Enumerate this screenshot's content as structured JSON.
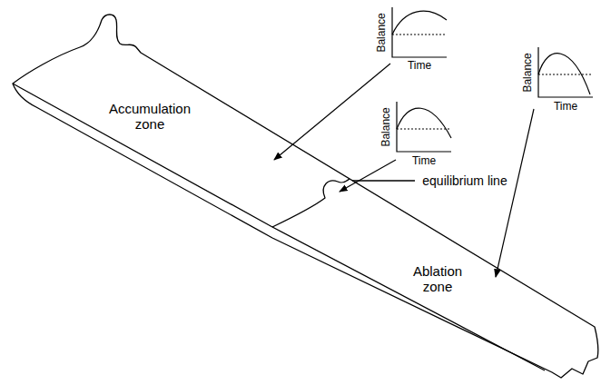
{
  "diagram": {
    "labels": [
      "Balance",
      "Time",
      "Accumulation zone",
      "Balance",
      "Time",
      "equilibrium line",
      "Ablation zone",
      "Balance",
      "Time"
    ]
  }
}
